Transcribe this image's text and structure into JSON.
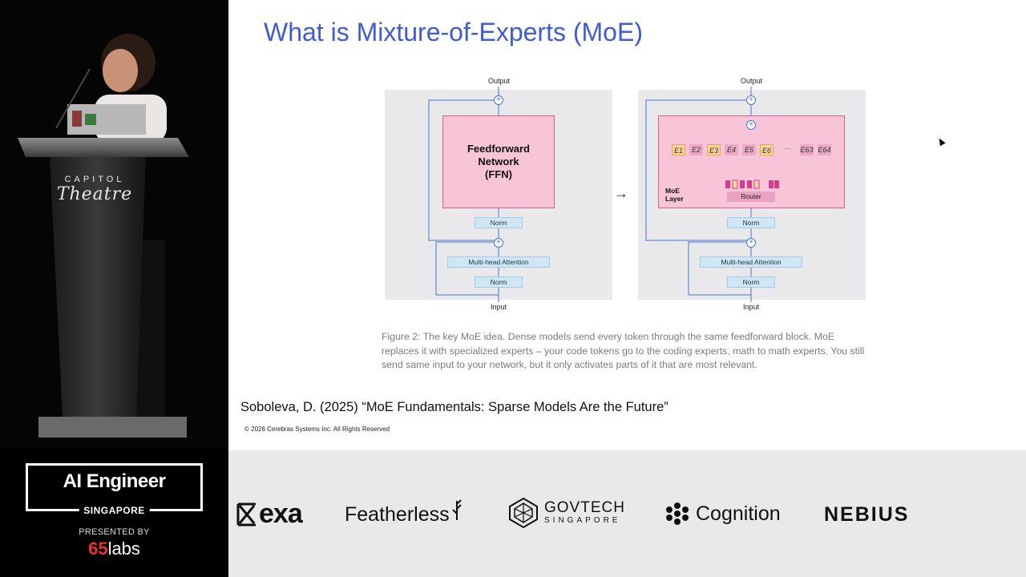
{
  "video": {
    "venue_line1": "CAPITOL",
    "venue_line2": "Theatre"
  },
  "slide": {
    "title": "What is Mixture-of-Experts (MoE)",
    "diagram": {
      "output_label": "Output",
      "input_label": "Input",
      "ffn_line1": "Feedforward",
      "ffn_line2": "Network",
      "ffn_line3": "(FFN)",
      "norm_label": "Norm",
      "attention_label": "Multi-head Attention",
      "moe_label_line1": "MoE",
      "moe_label_line2": "Layer",
      "router_label": "Router",
      "arrow": "→",
      "experts": [
        "E1",
        "E2",
        "E3",
        "E4",
        "E5",
        "E6"
      ],
      "experts_tail": [
        "E63",
        "E64"
      ],
      "ellipsis": "···",
      "plus": "+"
    },
    "caption": "Figure 2: The key MoE idea. Dense models send every token through the same feedforward block. MoE replaces it with specialized experts – your code tokens go to the coding experts, math to math experts. You still send same input to your network, but it only activates parts of it that are most relevant.",
    "citation": "Soboleva, D. (2025) “MoE Fundamentals: Sparse Models Are the Future”",
    "copyright": "© 2026 Cerebras Systems Inc. All Rights Reserved"
  },
  "branding": {
    "event_name": "AI Engineer",
    "event_location": "SINGAPORE",
    "presented_by": "PRESENTED BY",
    "org_part1": "65",
    "org_part2": "labs"
  },
  "sponsors": {
    "exa": "exa",
    "featherless": "Featherless",
    "govtech_main": "GOVTECH",
    "govtech_sub": "SINGAPORE",
    "cognition": "Cognition",
    "nebius": "NEBIUS"
  },
  "colors": {
    "title_blue": "#3f5bd6",
    "ffn_pink": "#f7c4d8",
    "norm_blue": "#cfe6f4",
    "expert_active": "#f7d59a",
    "org_red": "#e8332a"
  }
}
